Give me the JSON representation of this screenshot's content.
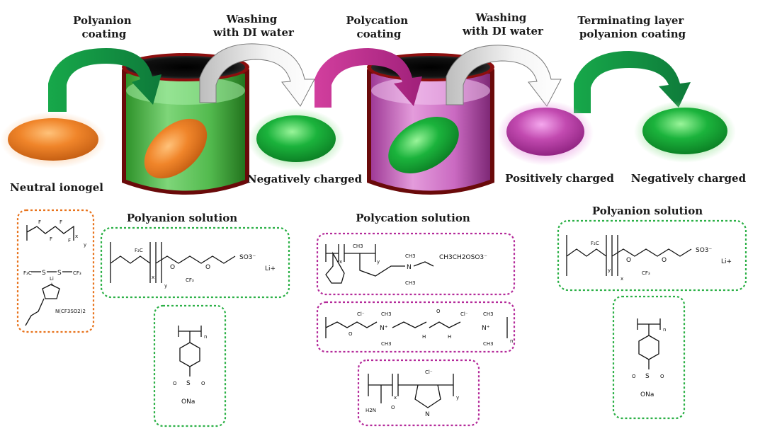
{
  "steps": {
    "polyanion_coating": [
      "Polyanion",
      "coating"
    ],
    "washing_1": [
      "Washing",
      "with DI water"
    ],
    "polycation_coating": [
      "Polycation",
      "coating"
    ],
    "washing_2": [
      "Washing",
      "with DI water"
    ],
    "terminating": [
      "Terminating layer",
      "polyanion coating"
    ]
  },
  "states": {
    "neutral": "Neutral ionogel",
    "negative_1": "Negatively charged",
    "positive": "Positively charged",
    "negative_2": "Negatively charged"
  },
  "solutions": {
    "polyanion_1": "Polyanion solution",
    "polycation": "Polycation solution",
    "polyanion_2": "Polyanion solution"
  },
  "chem": {
    "ionogel": {
      "tfsi": "N(CF3SO2)2",
      "li": "Li",
      "n_plus": "+",
      "x": "x",
      "y": "y"
    },
    "nafion": {
      "li": "Li+",
      "x": "x",
      "y": "y",
      "so3": "SO3⁻"
    },
    "pss": {
      "n": "n",
      "so": "S",
      "o": "O",
      "ona": "ONa"
    },
    "polycation_1": {
      "ch3": "CH3",
      "n_plus": "N",
      "x": "x",
      "y": "y",
      "counter": "CH3CH2OSO3⁻"
    },
    "polycation_2": {
      "cl": "Cl⁻",
      "ch3": "CH3",
      "n": "n",
      "h": "H",
      "o": "O"
    },
    "polycation_3": {
      "cl": "Cl⁻",
      "h2n": "H2N",
      "o": "O",
      "x": "x",
      "y": "y",
      "n_plus": "N"
    }
  },
  "colors": {
    "green_arrow": "#1fa34a",
    "magenta_arrow": "#c2308f",
    "orange_disc": "#f0852a",
    "green_disc": "#1bb33c",
    "magenta_disc": "#c24ab0",
    "green_liquid": "#5fcf5f",
    "magenta_liquid": "#d36ad0",
    "beaker_rim": "#b81414",
    "orange_box": "#e8731c",
    "green_box": "#2bb046",
    "magenta_box": "#b42a9a"
  }
}
